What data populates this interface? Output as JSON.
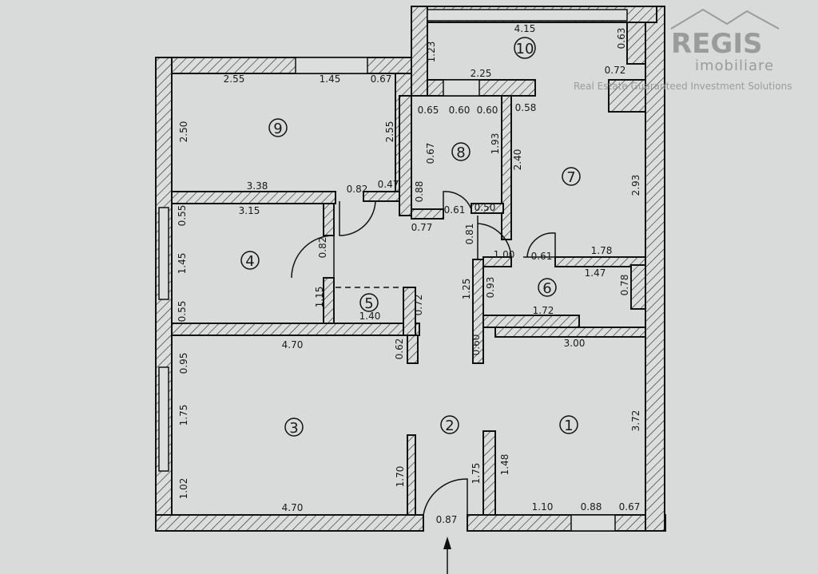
{
  "watermark": {
    "brand": "REGIS",
    "sub": "imobiliare",
    "tagline": "Real Estate Guaranteed Investment Solutions"
  },
  "rooms": [
    "1",
    "2",
    "3",
    "4",
    "5",
    "6",
    "7",
    "8",
    "9",
    "10"
  ],
  "dimensions": {
    "r10_top": "4.15",
    "r10_left": "1.23",
    "r10_right": "0.63",
    "r10_bottom": "2.25",
    "r10_notch": "0.72",
    "r9_top_a": "2.55",
    "r9_top_b": "1.45",
    "r9_top_c": "0.67",
    "r9_left": "2.50",
    "r9_right": "2.55",
    "r9_bottom": "3.38",
    "r8_top_a": "0.65",
    "r8_top_b": "0.60",
    "r8_top_c": "0.60",
    "r8_left_a": "0.67",
    "r8_left_b": "0.88",
    "r8_right": "1.93",
    "r8_door": "0.61",
    "r8_bottom_b": "0.50",
    "r7_top": "0.58",
    "r7_left": "2.40",
    "r7_right": "2.93",
    "r7_bottom": "1.78",
    "r7_door": "0.61",
    "r7_bottom_a": "1.00",
    "hall_a": "0.82",
    "hall_b": "0.47",
    "hall_c": "0.77",
    "hall_d": "0.81",
    "r4_top": "3.15",
    "r4_left_a": "0.55",
    "r4_left_b": "1.45",
    "r4_left_c": "0.55",
    "r4_door": "0.82",
    "r4_right": "1.15",
    "r5_bottom": "1.40",
    "r5_right": "0.72",
    "r6_top": "1.47",
    "r6_left": "0.93",
    "r6_right": "0.78",
    "r6_bottom": "1.72",
    "r6_wall": "1.25",
    "r3_top": "4.70",
    "r3_left_a": "0.95",
    "r3_left_b": "1.75",
    "r3_left_c": "1.02",
    "r3_bottom": "4.70",
    "r3_right": "1.70",
    "r3_stub": "0.62",
    "r2_door": "0.87",
    "r2_right": "1.75",
    "r2_stub": "0.60",
    "r1_top": "3.00",
    "r1_right": "3.72",
    "r1_left": "1.48",
    "r1_bottom_a": "1.10",
    "r1_bottom_b": "0.88",
    "r1_bottom_c": "0.67"
  }
}
